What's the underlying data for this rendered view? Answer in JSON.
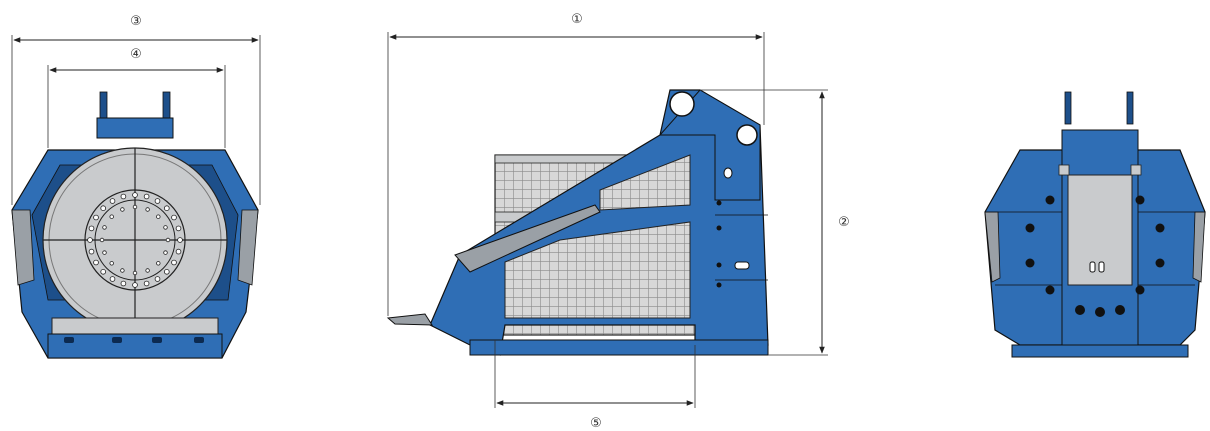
{
  "dimension_labels": {
    "d1": "①",
    "d2": "②",
    "d3": "③",
    "d4": "④",
    "d5": "⑤"
  },
  "colors": {
    "body_blue": "#2f6eb5",
    "dark_blue": "#1d4f8a",
    "light_blue": "#4a86c8",
    "gray": "#c9cbcd",
    "dark_gray": "#8a8d90",
    "mesh": "#9a9a9a",
    "line": "#222222"
  }
}
